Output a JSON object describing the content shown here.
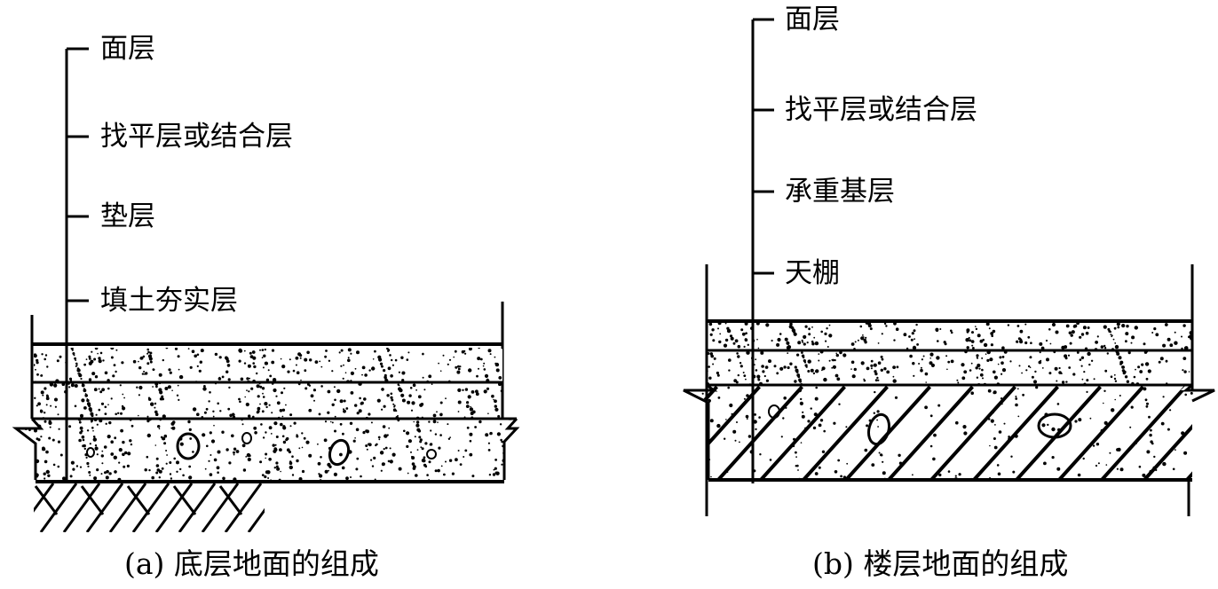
{
  "figures": [
    {
      "id": "a",
      "caption": "(a) 底层地面的组成",
      "layers": [
        "面层",
        "找平层或结合层",
        "垫层",
        "填土夯实层"
      ]
    },
    {
      "id": "b",
      "caption": "(b) 楼层地面的组成",
      "layers": [
        "面层",
        "找平层或结合层",
        "承重基层",
        "天棚"
      ]
    }
  ],
  "colors": {
    "line": "#000000",
    "background": "#ffffff"
  }
}
